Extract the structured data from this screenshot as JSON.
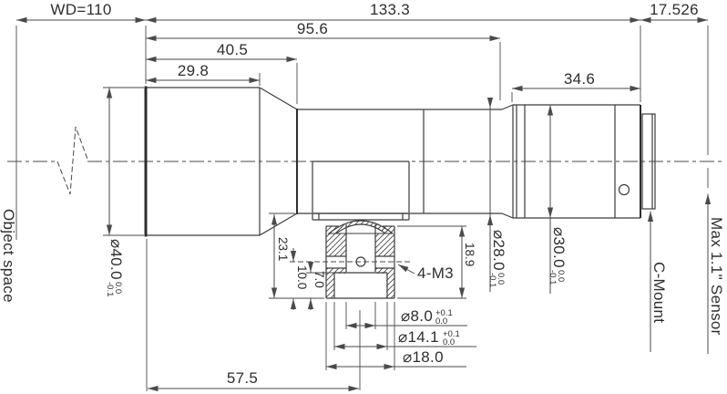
{
  "colors": {
    "background": "#ffffff",
    "line": "#3c3c3c",
    "dim_line": "#4a4a4a",
    "text": "#2e2e2e"
  },
  "labels": {
    "object_space": "Object space",
    "c_mount": "C-Mount",
    "sensor": "Max 1.1\" Sensor",
    "screw_callout": "4-M3"
  },
  "dimensions": {
    "working_distance": "WD=110",
    "total_length": "133.3",
    "flange_focal_distance": "17.526",
    "body_length": "95.6",
    "front_section_length": "40.5",
    "front_barrel_length": "29.8",
    "rear_barrel_length": "34.6",
    "mount_center_offset": "57.5",
    "mount_overall_height": "23.1",
    "hole_to_base": "10.0",
    "step_depth": "7.0",
    "mount_block_height": "18.9",
    "front_diameter": {
      "value": "⌀40.0",
      "tol_top": "0.0",
      "tol_bottom": "-0.1"
    },
    "mid_diameter": {
      "value": "⌀28.0",
      "tol_top": "0.0",
      "tol_bottom": "-0.1"
    },
    "rear_diameter": {
      "value": "⌀30.0",
      "tol_top": "0.0",
      "tol_bottom": "-0.1"
    },
    "bore_diameter": {
      "value": "⌀8.0",
      "tol_top": "+0.1",
      "tol_bottom": "0.0"
    },
    "step_diameter": {
      "value": "⌀14.1",
      "tol_top": "+0.1",
      "tol_bottom": "0.0"
    },
    "mount_outer_diameter": "⌀18.0"
  }
}
